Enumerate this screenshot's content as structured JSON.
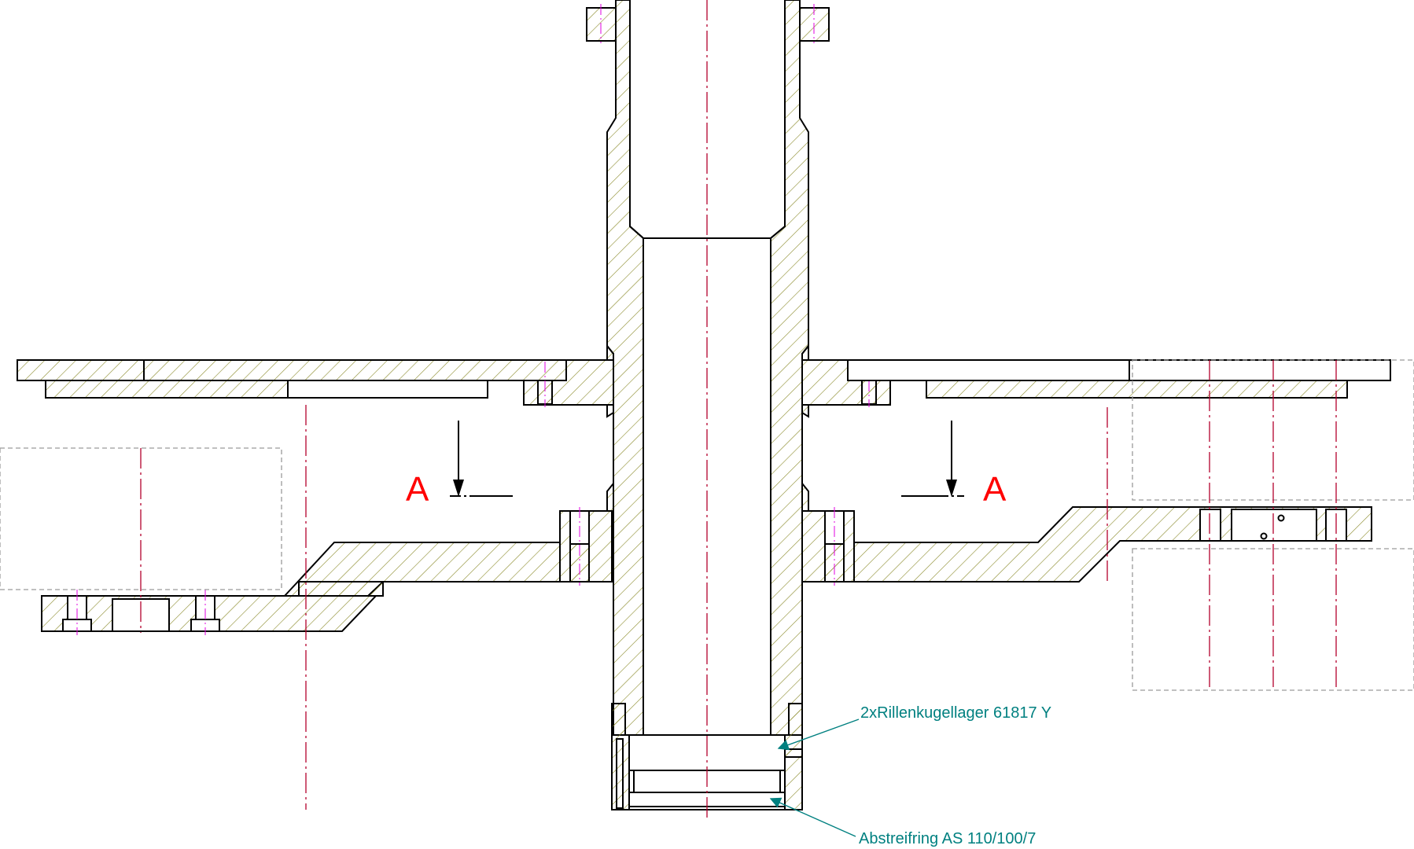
{
  "section": {
    "left_label": "A",
    "right_label": "A"
  },
  "callouts": [
    {
      "text": "2xRillenkugellager 61817 Y"
    },
    {
      "text": "Abstreifring AS 110/100/7"
    }
  ],
  "colors": {
    "hatch": "#8a8a2a",
    "section_label": "#ff0000",
    "callout": "#008080",
    "centerline": "#b3002d",
    "centerline_minor": "#e000e0",
    "hidden_line": "#9a9a9a"
  }
}
